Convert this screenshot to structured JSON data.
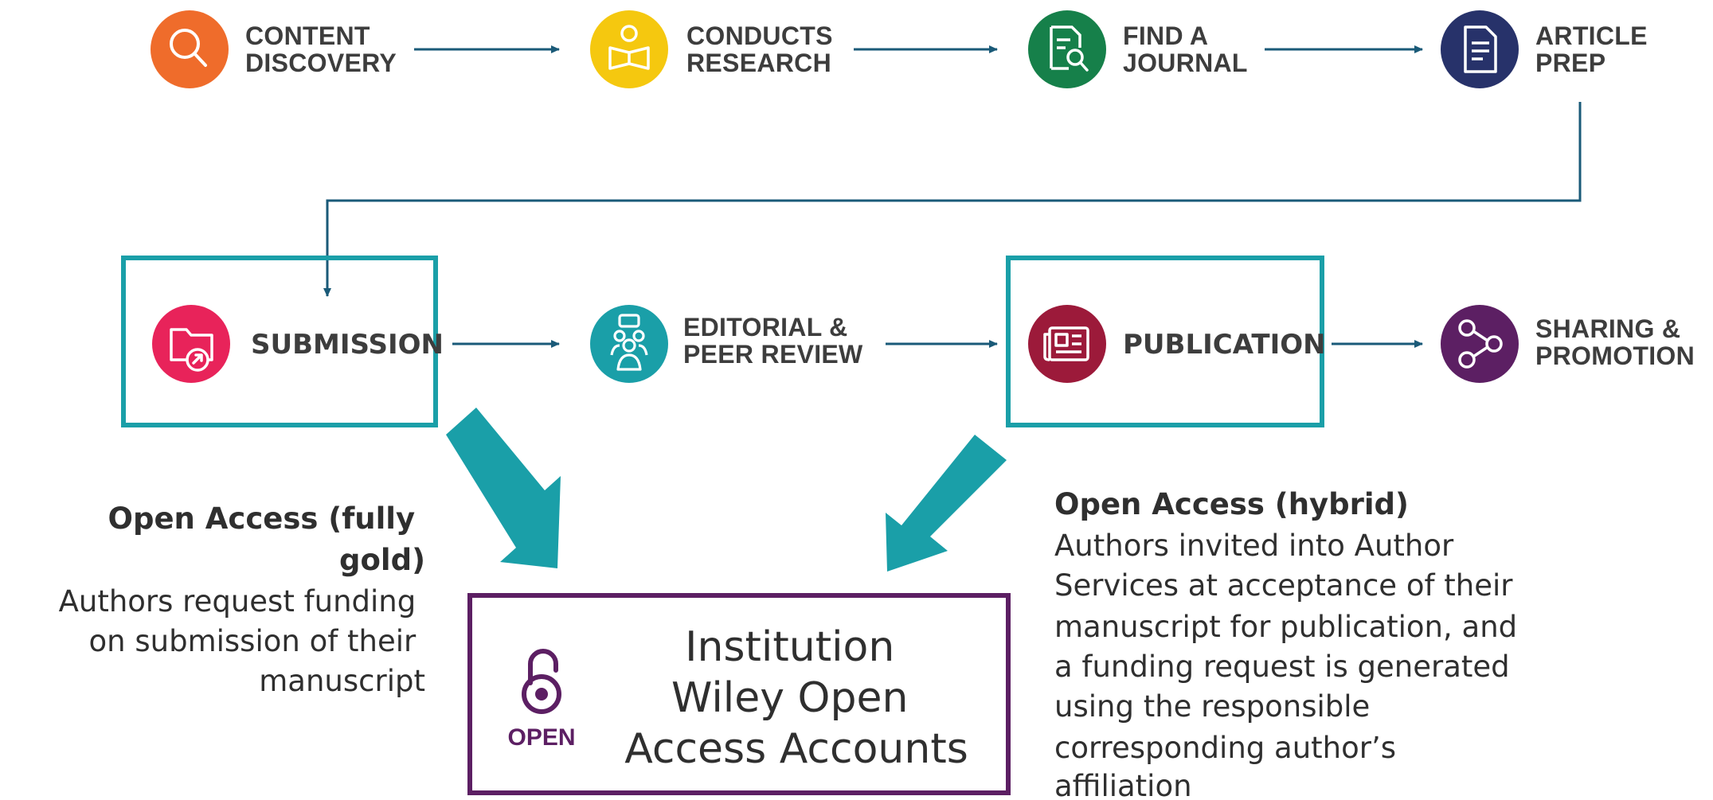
{
  "steps": [
    {
      "id": "content-discovery",
      "lines": [
        "CONTENT",
        "DISCOVERY"
      ],
      "icon": "magnifier-icon",
      "color": "#ef6c2b"
    },
    {
      "id": "conducts-research",
      "lines": [
        "CONDUCTS",
        "RESEARCH"
      ],
      "icon": "reader-icon",
      "color": "#f5c80f"
    },
    {
      "id": "find-a-journal",
      "lines": [
        "FIND A",
        "JOURNAL"
      ],
      "icon": "document-search-icon",
      "color": "#16804a"
    },
    {
      "id": "article-prep",
      "lines": [
        "ARTICLE",
        "PREP"
      ],
      "icon": "document-icon",
      "color": "#27326a"
    },
    {
      "id": "submission",
      "lines": [
        "SUBMISSION"
      ],
      "icon": "folder-upload-icon",
      "color": "#e8235a"
    },
    {
      "id": "editorial-peer-review",
      "lines": [
        "EDITORIAL &",
        "PEER REVIEW"
      ],
      "icon": "people-review-icon",
      "color": "#1a9fa8"
    },
    {
      "id": "publication",
      "lines": [
        "PUBLICATION"
      ],
      "icon": "newspaper-icon",
      "color": "#9c1a3a"
    },
    {
      "id": "sharing-promotion",
      "lines": [
        "SHARING &",
        "PROMOTION"
      ],
      "icon": "share-icon",
      "color": "#5c1f63"
    }
  ],
  "gold": {
    "title_lines": [
      "Open Access (fully",
      "gold)"
    ],
    "body_lines": [
      "Authors request funding",
      "on submission of their",
      "manuscript"
    ]
  },
  "hybrid": {
    "title": "Open Access (hybrid)",
    "body_lines": [
      "Authors invited into Author",
      "Services at acceptance of their",
      "manuscript for publication, and",
      "a funding request is generated",
      "using the responsible",
      "corresponding author’s",
      "affiliation"
    ]
  },
  "accounts": {
    "lines": [
      "Institution",
      "Wiley Open",
      "Access Accounts"
    ],
    "logo_text": "OPEN"
  },
  "colors": {
    "highlight": "#1a9fa8",
    "arrow": "#1a5a78",
    "purple": "#5c1f63"
  }
}
